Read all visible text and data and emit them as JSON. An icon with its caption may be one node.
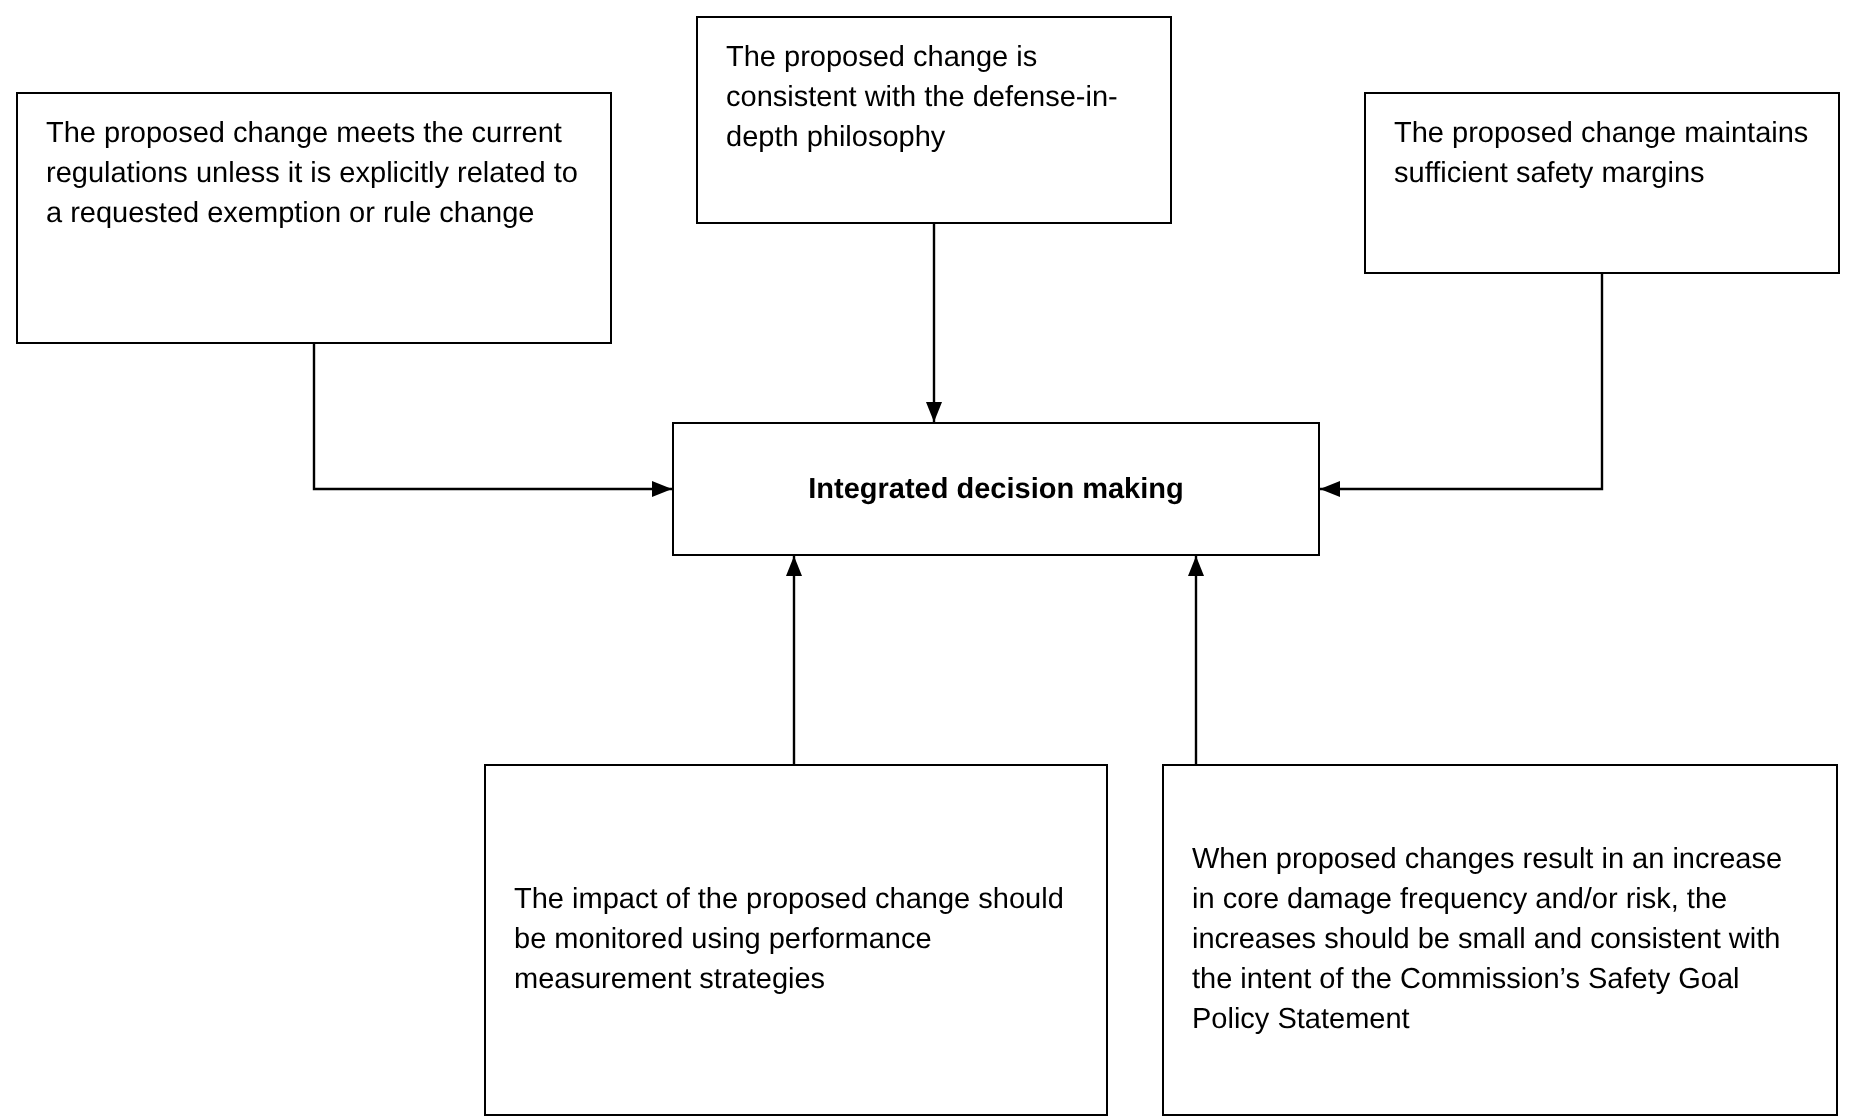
{
  "diagram": {
    "nodes": [
      {
        "text": [
          "The proposed change meets the current regulations unless it is explicitly related to a requested exemption or rule change"
        ]
      },
      {
        "text": [
          "The proposed change is consistent with the defense-in-depth philosophy"
        ]
      },
      {
        "text": [
          "The proposed change maintains sufficient safety margins"
        ]
      },
      {
        "text": [
          "Integrated decision making"
        ]
      },
      {
        "text": [
          "The impact of the proposed change should be monitored using performance measurement strategies"
        ]
      },
      {
        "text": [
          "When proposed changes result in an increase in core damage frequency and/or risk, the increases should be small and consistent with the intent of the Commission’s Safety Goal Policy Statement"
        ]
      }
    ],
    "edges": [
      {
        "from": 0,
        "to": 3,
        "arrow": "to"
      },
      {
        "from": 1,
        "to": 3,
        "arrow": "to"
      },
      {
        "from": 2,
        "to": 3,
        "arrow": "to"
      },
      {
        "from": 4,
        "to": 3,
        "arrow": "to"
      },
      {
        "from": 5,
        "to": 3,
        "arrow": "to"
      }
    ]
  }
}
